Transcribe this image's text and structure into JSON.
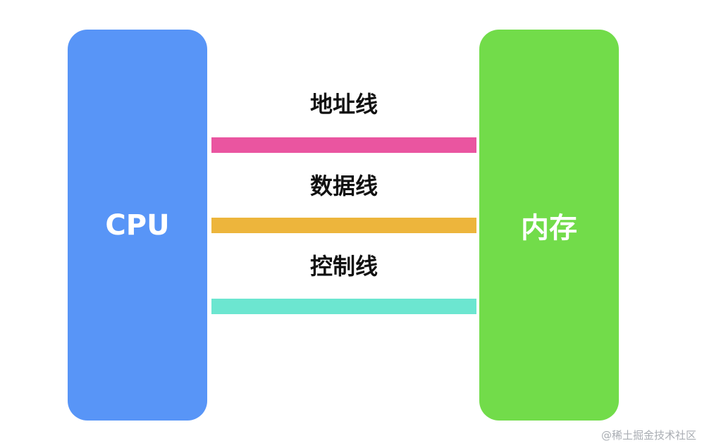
{
  "diagram": {
    "cpu": {
      "label": "CPU",
      "color": "#5895F7"
    },
    "memory": {
      "label": "内存",
      "color": "#72DC4A"
    },
    "buses": [
      {
        "label": "地址线",
        "color": "#EA55A0"
      },
      {
        "label": "数据线",
        "color": "#EDB53C"
      },
      {
        "label": "控制线",
        "color": "#6CE6D0"
      }
    ]
  },
  "watermark": "@稀土掘金技术社区"
}
